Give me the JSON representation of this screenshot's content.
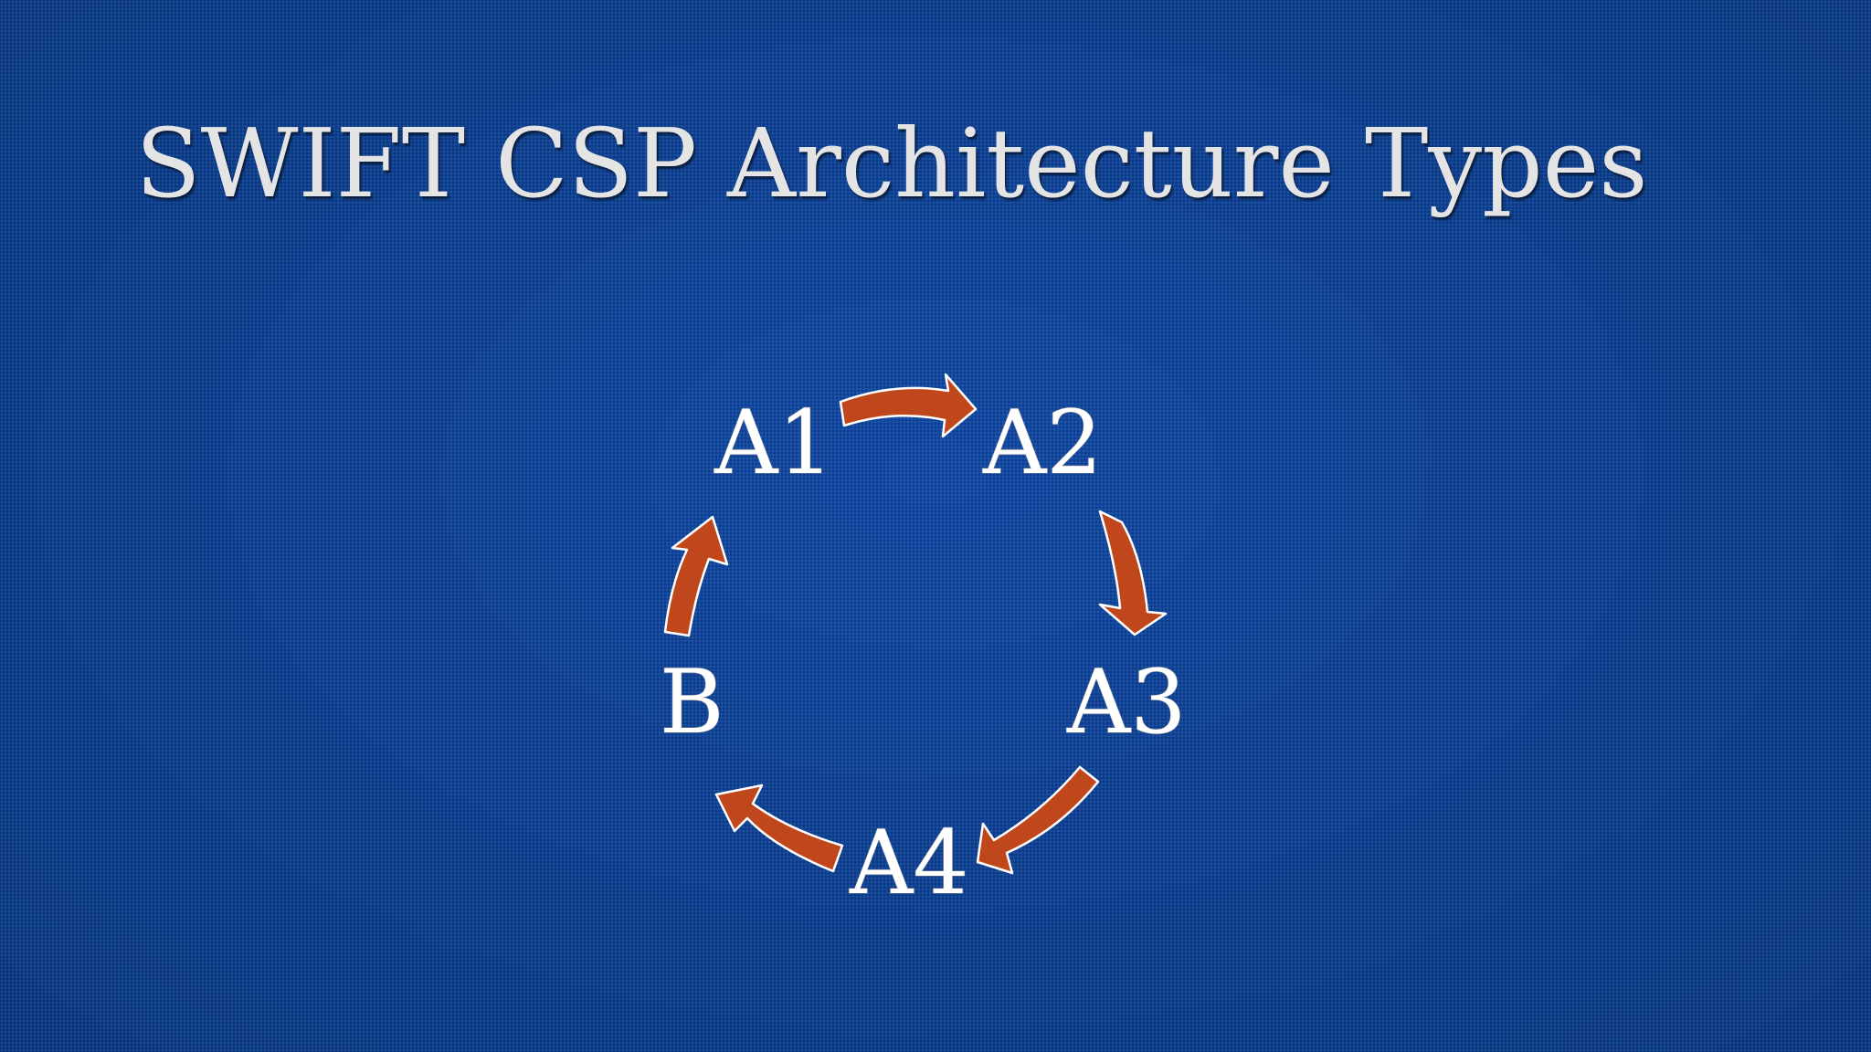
{
  "slide": {
    "title": "SWIFT CSP Architecture Types"
  },
  "diagram": {
    "type": "cycle",
    "nodes": [
      {
        "id": "a1",
        "label": "A1"
      },
      {
        "id": "a2",
        "label": "A2"
      },
      {
        "id": "a3",
        "label": "A3"
      },
      {
        "id": "a4",
        "label": "A4"
      },
      {
        "id": "b",
        "label": "B"
      }
    ],
    "edges": [
      {
        "from": "A1",
        "to": "A2"
      },
      {
        "from": "A2",
        "to": "A3"
      },
      {
        "from": "A3",
        "to": "A4"
      },
      {
        "from": "A4",
        "to": "B"
      },
      {
        "from": "B",
        "to": "A1"
      }
    ]
  },
  "colors": {
    "background": "#0d3f8f",
    "title_text": "#e4e4e4",
    "node_text": "#ffffff",
    "arrow_fill": "#c0461c",
    "arrow_outline": "#ffffff"
  }
}
